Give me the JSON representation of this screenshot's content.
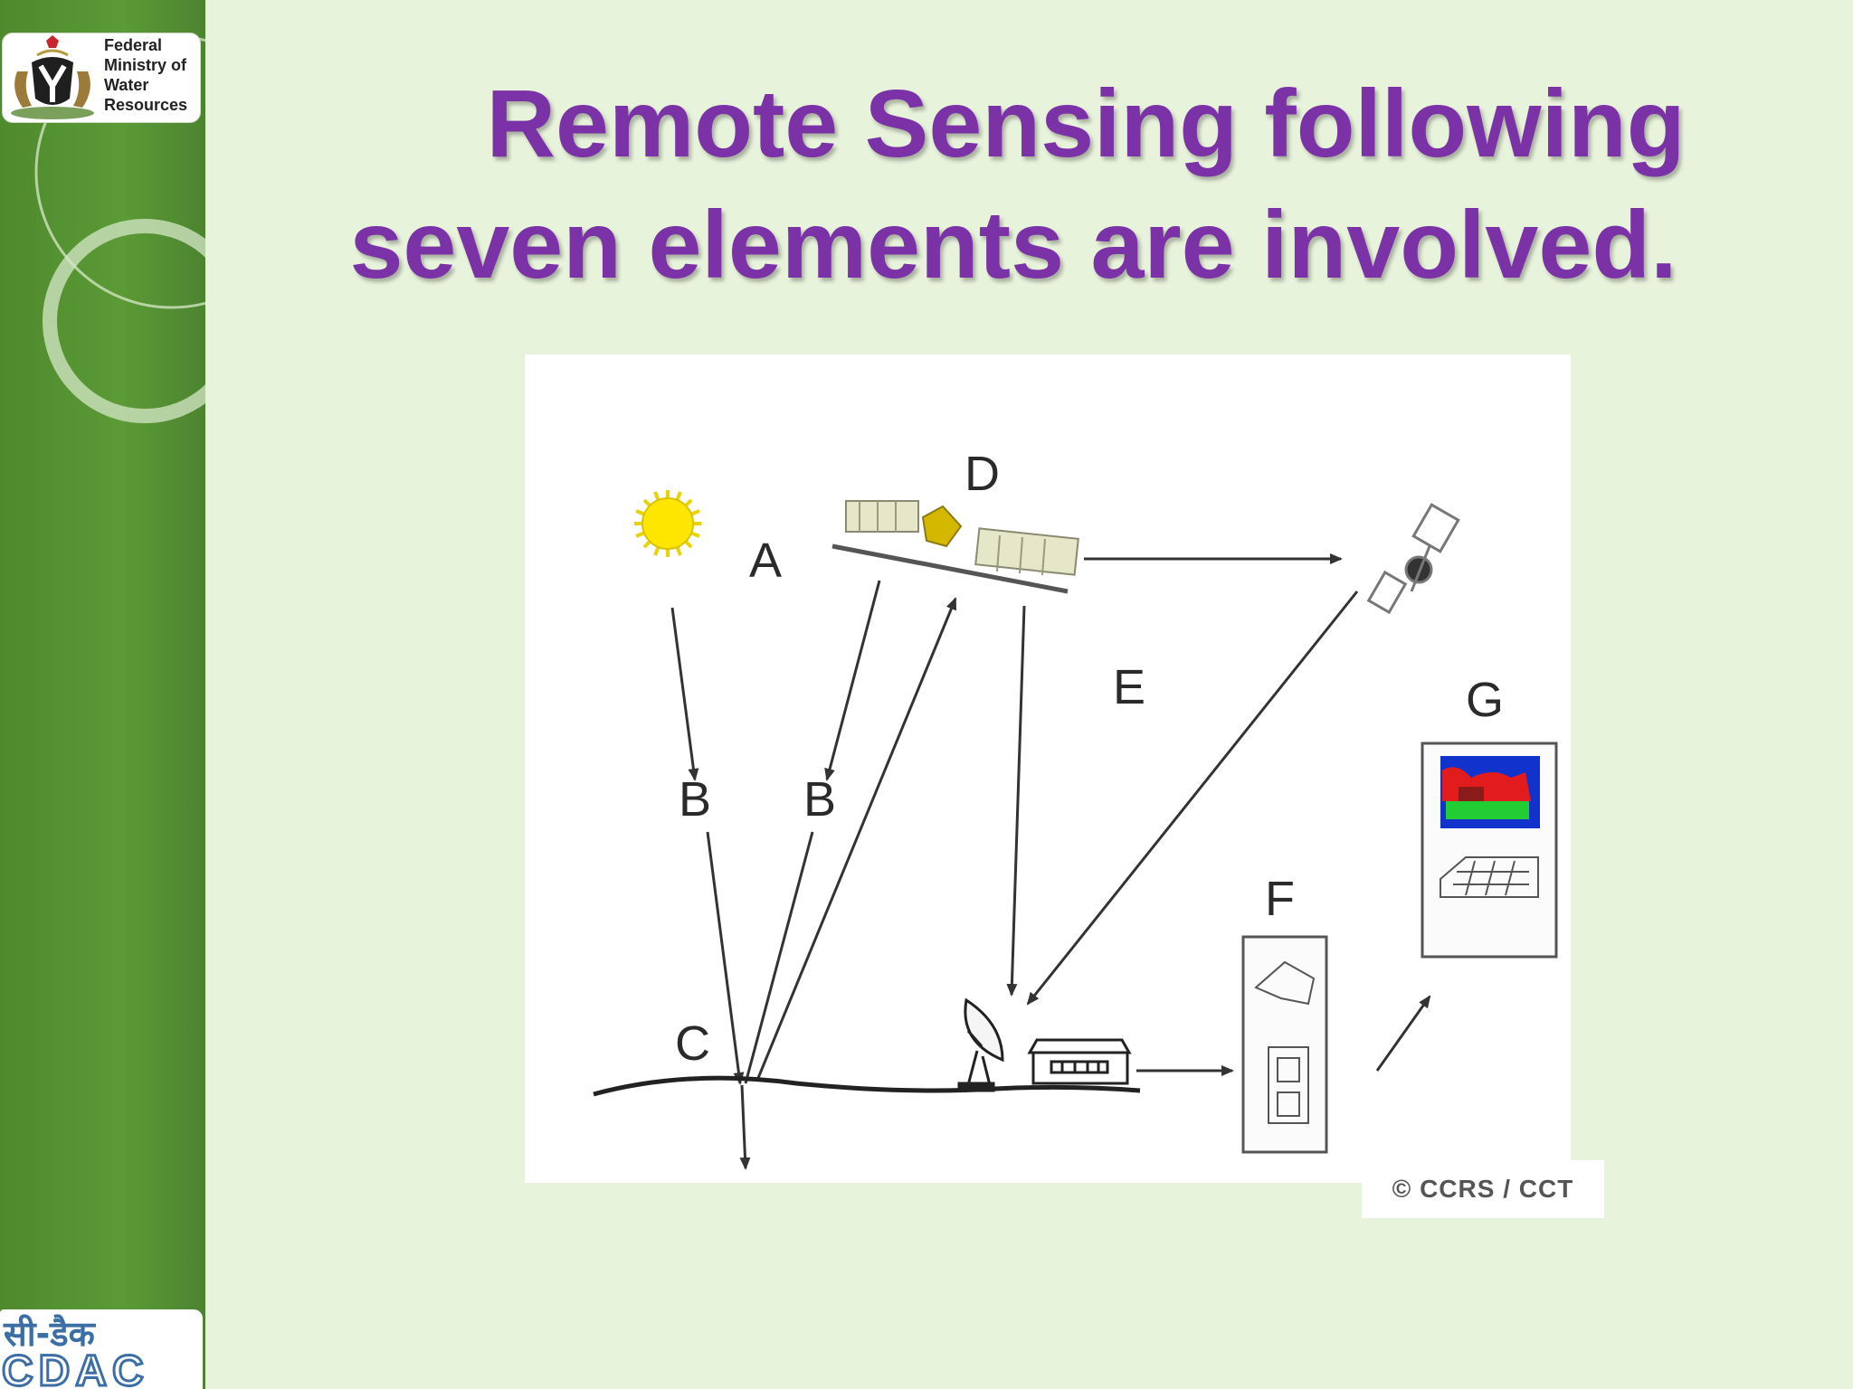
{
  "slide": {
    "title_line1": "Remote Sensing following",
    "title_line2": "seven elements are involved."
  },
  "logo": {
    "line1": "Federal",
    "line2": "Ministry of",
    "line3": "Water",
    "line4": "Resources"
  },
  "cdac_logo": {
    "hindi": "सी-डैक",
    "latin": "CDAC"
  },
  "diagram": {
    "labels": {
      "a": "A",
      "b1": "B",
      "b2": "B",
      "c": "C",
      "d": "D",
      "e": "E",
      "f": "F",
      "g": "G"
    },
    "credit": "© CCRS / CCT"
  },
  "colors": {
    "title": "#7a32a6",
    "sidebar": "#5b9a36",
    "background": "#e8f3dc"
  }
}
